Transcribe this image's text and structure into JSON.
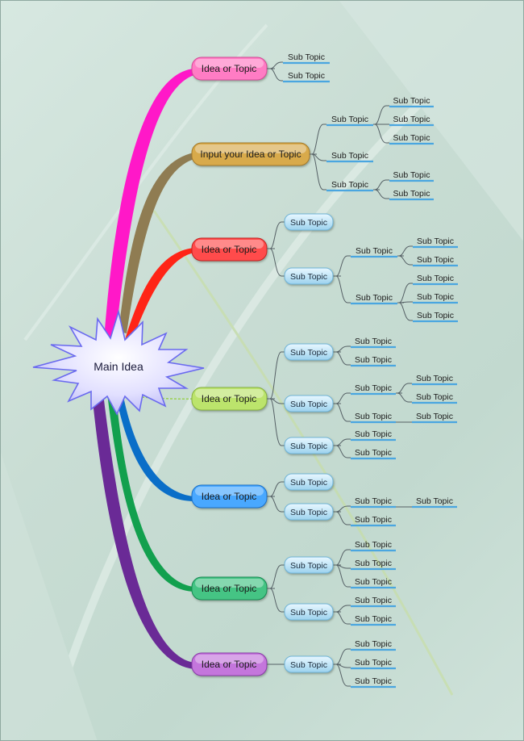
{
  "central": {
    "label": "Main Idea"
  },
  "topics": [
    {
      "id": "t1",
      "label": "Idea or Topic",
      "color": "#ff6ab8",
      "branch": "#ff1fc8"
    },
    {
      "id": "t2",
      "label": "Input your Idea or Topic",
      "color": "#d6a848",
      "branch": "#8f7a50"
    },
    {
      "id": "t3",
      "label": "Idea or Topic",
      "color": "#ff4a4a",
      "branch": "#ff2a1a"
    },
    {
      "id": "t4",
      "label": "Idea or Topic",
      "color": "#b8e06a",
      "branch": "#9ad050"
    },
    {
      "id": "t5",
      "label": "Idea or Topic",
      "color": "#4aa8ff",
      "branch": "#0a6ec8"
    },
    {
      "id": "t6",
      "label": "Idea or Topic",
      "color": "#40c080",
      "branch": "#10a050"
    },
    {
      "id": "t7",
      "label": "Idea or Topic",
      "color": "#c070d8",
      "branch": "#6a2a96"
    }
  ],
  "subtopic_label": "Sub Topic",
  "colors": {
    "subtopic_box": "#bfe4f6",
    "underline": "#4aa6e0",
    "connector": "#556065",
    "starburst_fill": "#d8d6ff",
    "starburst_stroke": "#6a6aef"
  }
}
